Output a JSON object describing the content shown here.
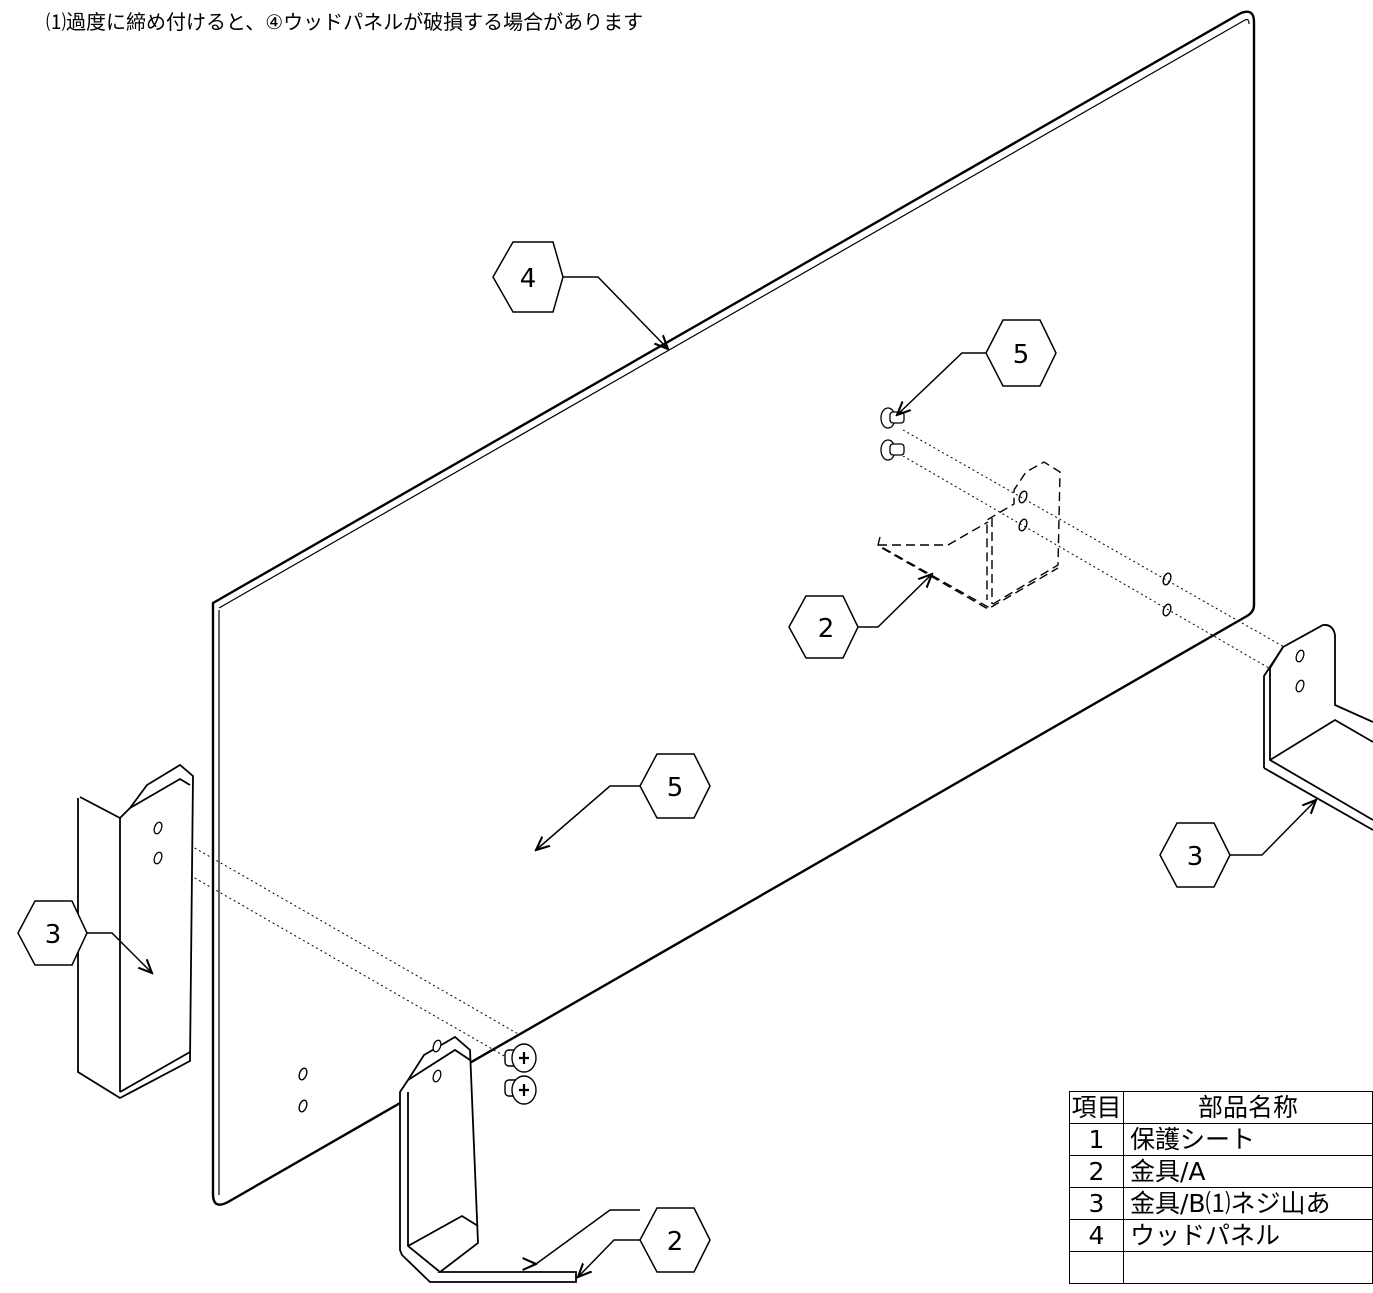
{
  "note": "⑴過度に締め付けると、④ウッドパネルが破損する場合があります",
  "callouts": {
    "panel": "4",
    "screw_top": "5",
    "screw_bottom": "5",
    "bracket_a_top": "2",
    "bracket_a_bottom": "2",
    "bracket_b_right": "3",
    "bracket_b_left": "3"
  },
  "parts_table": {
    "headers": [
      "項目",
      "部品名称"
    ],
    "rows": [
      {
        "item": "1",
        "name": "保護シート"
      },
      {
        "item": "2",
        "name": "金具/A"
      },
      {
        "item": "3",
        "name": "金具/B⑴ネジ山あ"
      },
      {
        "item": "4",
        "name": "ウッドパネル"
      },
      {
        "item": "",
        "name": ""
      }
    ]
  }
}
